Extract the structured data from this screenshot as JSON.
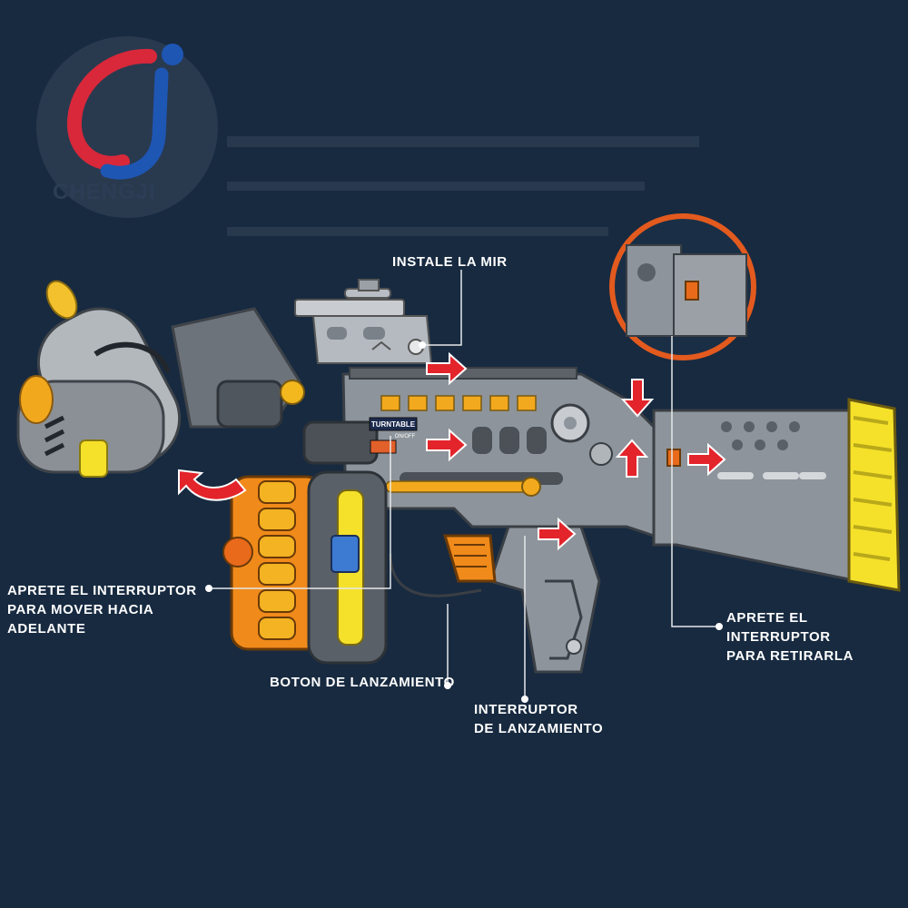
{
  "brand": {
    "logo_text": "CHENGJI",
    "colors": {
      "red": "#d8283a",
      "blue": "#1e56b4"
    }
  },
  "background_color": "#172a40",
  "labels": {
    "install_sight": "INSTALE LA MIR",
    "press_forward": [
      "APRETE EL INTERRUPTOR",
      "PARA MOVER HACIA",
      "ADELANTE"
    ],
    "launch_button": "BOTON DE LANZAMIENTO",
    "launch_switch": [
      "INTERRUPTOR",
      "DE LANZAMIENTO"
    ],
    "press_remove": [
      "APRETE EL",
      "INTERRUPTOR",
      "PARA RETIRARLA"
    ]
  },
  "gun_text": {
    "turntable": "TURNTABLE",
    "on_off": "ON/OFF"
  },
  "colors": {
    "arrow_red": "#e3242b",
    "accent_orange": "#f39a1e",
    "accent_yellow": "#f5e12a",
    "body_gray": "#8d949b",
    "dark_gray": "#4f555c",
    "zoom_ring": "#e35a1e"
  },
  "icons": [
    "red-arrow-icon",
    "curved-arrow-icon",
    "callout-dot-icon"
  ]
}
